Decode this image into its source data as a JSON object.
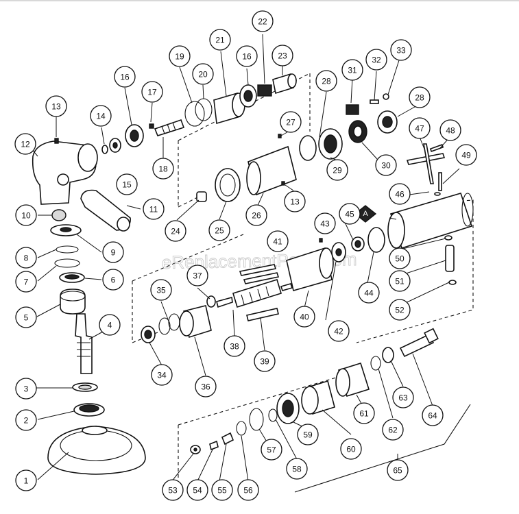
{
  "watermark": "eReplacementParts.com",
  "badge": "A",
  "callouts": [
    {
      "id": "c1",
      "label": "1"
    },
    {
      "id": "c2",
      "label": "2"
    },
    {
      "id": "c3",
      "label": "3"
    },
    {
      "id": "c4",
      "label": "4"
    },
    {
      "id": "c5",
      "label": "5"
    },
    {
      "id": "c6",
      "label": "6"
    },
    {
      "id": "c7",
      "label": "7"
    },
    {
      "id": "c8",
      "label": "8"
    },
    {
      "id": "c9",
      "label": "9"
    },
    {
      "id": "c10",
      "label": "10"
    },
    {
      "id": "c11",
      "label": "11"
    },
    {
      "id": "c12",
      "label": "12"
    },
    {
      "id": "c13a",
      "label": "13"
    },
    {
      "id": "c14",
      "label": "14"
    },
    {
      "id": "c15",
      "label": "15"
    },
    {
      "id": "c16a",
      "label": "16"
    },
    {
      "id": "c17",
      "label": "17"
    },
    {
      "id": "c18",
      "label": "18"
    },
    {
      "id": "c19",
      "label": "19"
    },
    {
      "id": "c20",
      "label": "20"
    },
    {
      "id": "c21",
      "label": "21"
    },
    {
      "id": "c16b",
      "label": "16"
    },
    {
      "id": "c22",
      "label": "22"
    },
    {
      "id": "c23",
      "label": "23"
    },
    {
      "id": "c24",
      "label": "24"
    },
    {
      "id": "c25",
      "label": "25"
    },
    {
      "id": "c26",
      "label": "26"
    },
    {
      "id": "c27",
      "label": "27"
    },
    {
      "id": "c13b",
      "label": "13"
    },
    {
      "id": "c28a",
      "label": "28"
    },
    {
      "id": "c29",
      "label": "29"
    },
    {
      "id": "c30",
      "label": "30"
    },
    {
      "id": "c31",
      "label": "31"
    },
    {
      "id": "c32",
      "label": "32"
    },
    {
      "id": "c33",
      "label": "33"
    },
    {
      "id": "c28b",
      "label": "28"
    },
    {
      "id": "c34",
      "label": "34"
    },
    {
      "id": "c35",
      "label": "35"
    },
    {
      "id": "c36",
      "label": "36"
    },
    {
      "id": "c37",
      "label": "37"
    },
    {
      "id": "c38",
      "label": "38"
    },
    {
      "id": "c39",
      "label": "39"
    },
    {
      "id": "c40",
      "label": "40"
    },
    {
      "id": "c41",
      "label": "41"
    },
    {
      "id": "c42",
      "label": "42"
    },
    {
      "id": "c43",
      "label": "43"
    },
    {
      "id": "c44",
      "label": "44"
    },
    {
      "id": "c45",
      "label": "45"
    },
    {
      "id": "c46",
      "label": "46"
    },
    {
      "id": "c47",
      "label": "47"
    },
    {
      "id": "c48",
      "label": "48"
    },
    {
      "id": "c49",
      "label": "49"
    },
    {
      "id": "c50",
      "label": "50"
    },
    {
      "id": "c51",
      "label": "51"
    },
    {
      "id": "c52",
      "label": "52"
    },
    {
      "id": "c53",
      "label": "53"
    },
    {
      "id": "c54",
      "label": "54"
    },
    {
      "id": "c55",
      "label": "55"
    },
    {
      "id": "c56",
      "label": "56"
    },
    {
      "id": "c57",
      "label": "57"
    },
    {
      "id": "c58",
      "label": "58"
    },
    {
      "id": "c59",
      "label": "59"
    },
    {
      "id": "c60",
      "label": "60"
    },
    {
      "id": "c61",
      "label": "61"
    },
    {
      "id": "c62",
      "label": "62"
    },
    {
      "id": "c63",
      "label": "63"
    },
    {
      "id": "c64",
      "label": "64"
    },
    {
      "id": "c65",
      "label": "65"
    }
  ]
}
